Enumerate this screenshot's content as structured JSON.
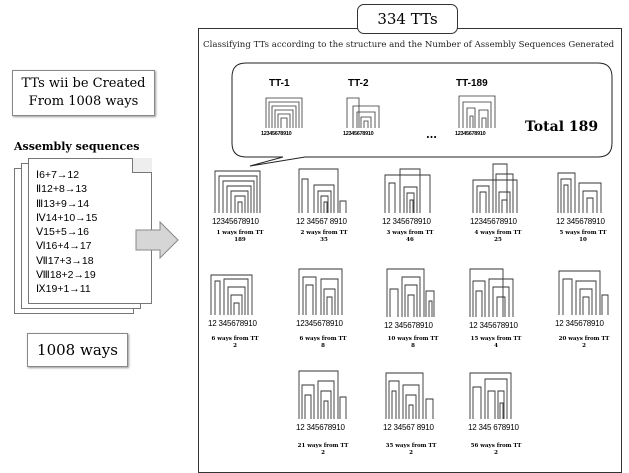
{
  "left": {
    "created_line1": "TTs wii be Created",
    "created_line2": "From 1008 ways",
    "sequences_title": "Assembly sequences",
    "sequences": [
      "Ⅰ6+7→12",
      "Ⅱ12+8→13",
      "Ⅲ13+9→14",
      "Ⅳ14+10→15",
      "Ⅴ15+5→16",
      "Ⅵ16+4→17",
      "Ⅶ17+3→18",
      "Ⅷ18+2→19",
      "Ⅸ19+1→11"
    ],
    "ways": "1008 ways"
  },
  "right": {
    "title": "334 TTs",
    "subtitle": "Classifying TTs according to the structure and the Number of Assembly Sequences Generated",
    "examples": [
      {
        "label": "TT-1",
        "nums": "12345678910"
      },
      {
        "label": "TT-2",
        "nums": "12345678910"
      },
      {
        "label": "TT-189",
        "nums": "12345678910"
      }
    ],
    "ellipsis": "…",
    "total": "Total 189",
    "groups": [
      {
        "nums": "12345678910",
        "caption1": "1 ways from TT",
        "caption2": "189"
      },
      {
        "nums": "12 34567 8910",
        "caption1": "2 ways from TT",
        "caption2": "35"
      },
      {
        "nums": "12 345678910",
        "caption1": "3 ways from TT",
        "caption2": "46"
      },
      {
        "nums": "12345678910",
        "caption1": "4 ways from TT",
        "caption2": "25"
      },
      {
        "nums": "12 345678910",
        "caption1": "5 ways from TT",
        "caption2": "10"
      },
      {
        "nums": "12 345678910",
        "caption1": "6 ways from TT",
        "caption2": "2"
      },
      {
        "nums": "12345678910",
        "caption1": "6 ways from TT",
        "caption2": "8"
      },
      {
        "nums": "12 345678910",
        "caption1": "10 ways from TT",
        "caption2": "8"
      },
      {
        "nums": "12 345678910",
        "caption1": "15 ways from TT",
        "caption2": "4"
      },
      {
        "nums": "12 345678910",
        "caption1": "20 ways from TT",
        "caption2": "2"
      },
      {
        "nums": "12 345678910",
        "caption1": "21 ways from TT",
        "caption2": "2"
      },
      {
        "nums": "12 34567 8910",
        "caption1": "35 ways from TT",
        "caption2": "2"
      },
      {
        "nums": "12 345 678910",
        "caption1": "56 ways from TT",
        "caption2": "2"
      }
    ]
  }
}
